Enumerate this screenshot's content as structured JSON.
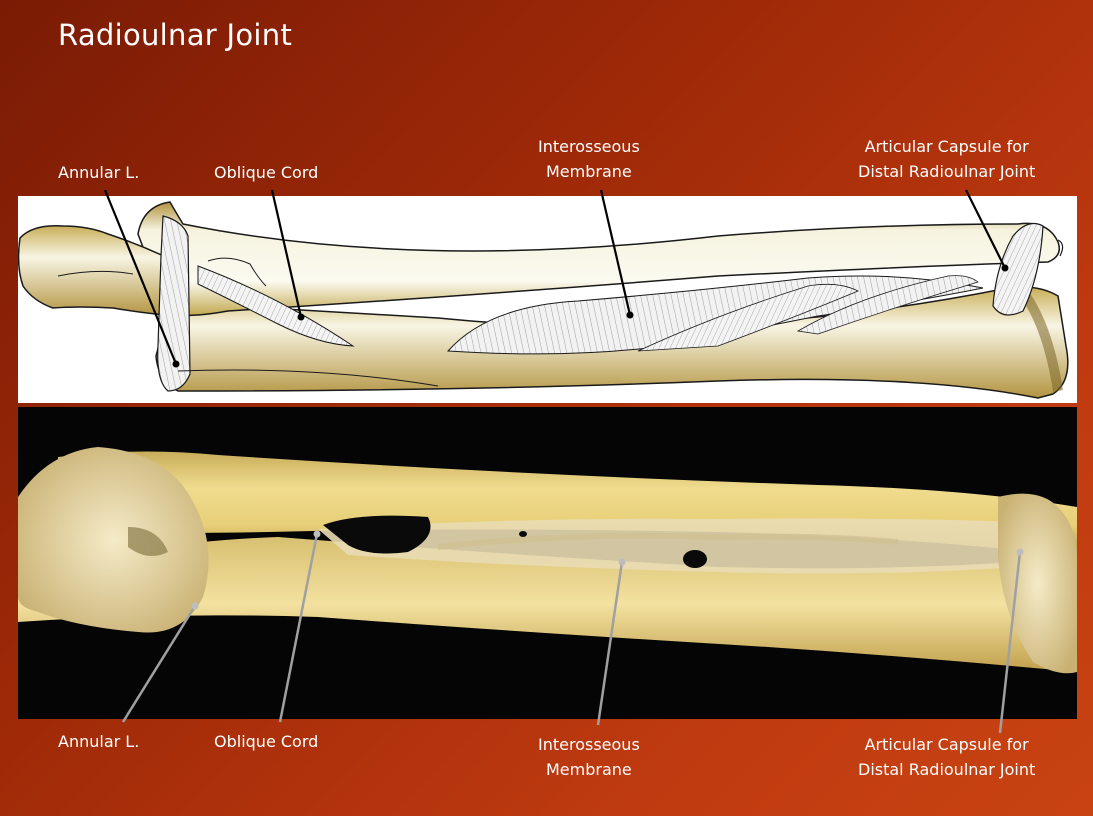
{
  "slide": {
    "title": "Radioulnar Joint",
    "top_labels": {
      "annular": "Annular L.",
      "oblique": "Oblique Cord",
      "interosseous_line1": "Interosseous",
      "interosseous_line2": "Membrane",
      "capsule_line1": "Articular Capsule for",
      "capsule_line2": "Distal Radioulnar Joint"
    },
    "bottom_labels": {
      "annular": "Annular L.",
      "oblique": "Oblique Cord",
      "interosseous_line1": "Interosseous",
      "interosseous_line2": "Membrane",
      "capsule_line1": "Articular Capsule for",
      "capsule_line2": "Distal Radioulnar Joint"
    }
  },
  "colors": {
    "background": "#a02a08",
    "bone_fill": "#f4f1da",
    "bone_shade": "#b89a3a",
    "photo_bone": "#e8d486",
    "leader_top": "#000000",
    "leader_bottom": "#9a9a9a"
  }
}
